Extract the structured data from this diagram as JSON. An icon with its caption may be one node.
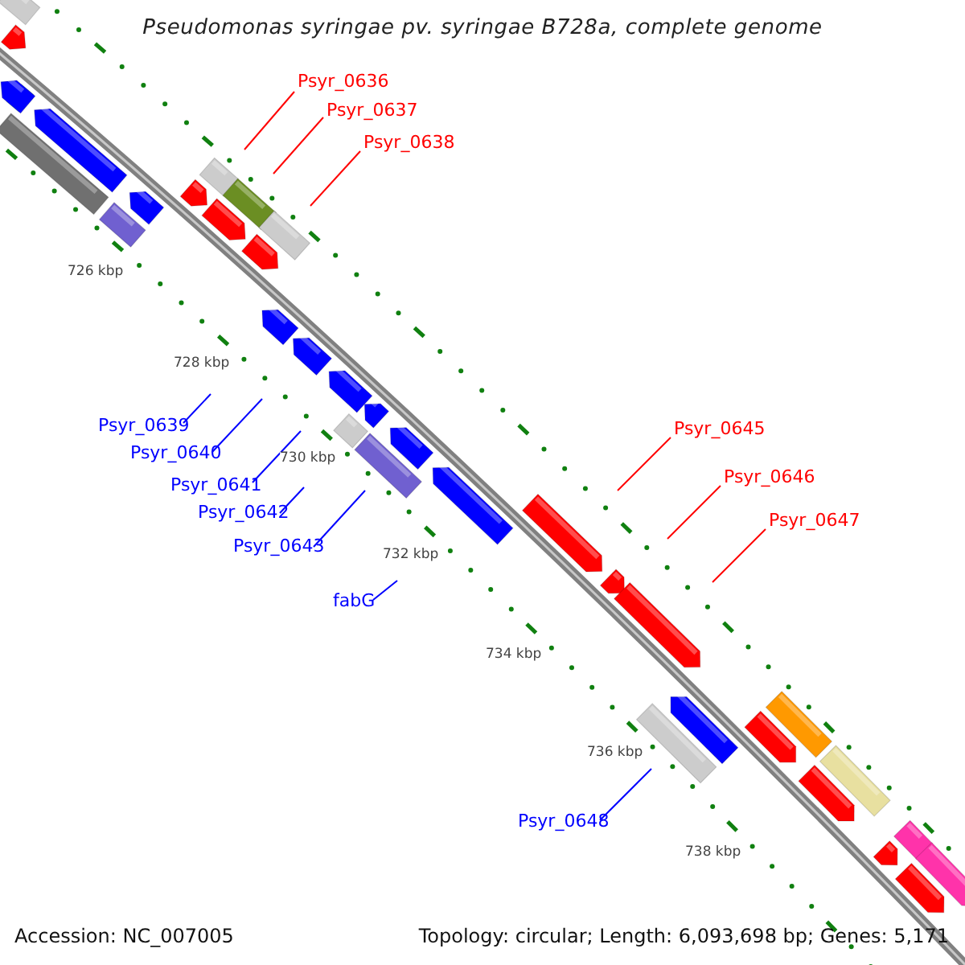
{
  "diagram": {
    "title": "Pseudomonas syringae pv. syringae B728a, complete genome",
    "nodes": [
      {
        "text": [
          "Psyr_0636"
        ]
      },
      {
        "text": [
          "Psyr_0637"
        ]
      },
      {
        "text": [
          "Psyr_0638"
        ]
      },
      {
        "text": [
          "Psyr_0639"
        ]
      },
      {
        "text": [
          "Psyr_0640"
        ]
      },
      {
        "text": [
          "Psyr_0641"
        ]
      },
      {
        "text": [
          "Psyr_0642"
        ]
      },
      {
        "text": [
          "Psyr_0643"
        ]
      },
      {
        "text": [
          "fabG"
        ]
      },
      {
        "text": [
          "Psyr_0645"
        ]
      },
      {
        "text": [
          "Psyr_0646"
        ]
      },
      {
        "text": [
          "Psyr_0647"
        ]
      },
      {
        "text": [
          "Psyr_0648"
        ]
      }
    ],
    "edges": [
      {
        "from": 0,
        "to": null,
        "arrow": "none",
        "color": "#ff0000"
      },
      {
        "from": 1,
        "to": null,
        "arrow": "none",
        "color": "#ff0000"
      },
      {
        "from": 2,
        "to": null,
        "arrow": "none",
        "color": "#ff0000"
      },
      {
        "from": 3,
        "to": null,
        "arrow": "none"
      },
      {
        "from": 4,
        "to": null,
        "arrow": "none"
      },
      {
        "from": 5,
        "to": null,
        "arrow": "none"
      },
      {
        "from": 6,
        "to": null,
        "arrow": "none"
      },
      {
        "from": 7,
        "to": null,
        "arrow": "none"
      },
      {
        "from": 8,
        "to": null,
        "arrow": "none"
      },
      {
        "from": 9,
        "to": null,
        "arrow": "none",
        "color": "#ff0000"
      },
      {
        "from": 10,
        "to": null,
        "arrow": "none",
        "color": "#ff0000"
      },
      {
        "from": 11,
        "to": null,
        "arrow": "none",
        "color": "#ff0000"
      },
      {
        "from": 12,
        "to": null,
        "arrow": "none"
      }
    ],
    "labels": [
      "726 kbp",
      "728 kbp",
      "730 kbp",
      "732 kbp",
      "734 kbp",
      "736 kbp",
      "738 kbp",
      "Accession: NC_007005",
      "Topology: circular; Length: 6,093,698 bp; Genes: 5,171"
    ]
  }
}
